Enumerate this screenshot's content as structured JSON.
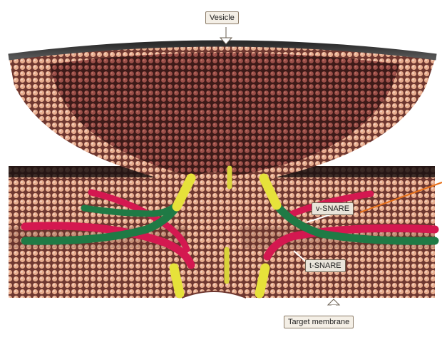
{
  "labels": {
    "vesicle": "Vesicle",
    "v_snare": "v-SNARE",
    "t_snare": "t-SNARE",
    "target_membrane": "Target membrane"
  },
  "colors": {
    "lipid_head": "#e7a98b",
    "lipid_shadow": "#7a3b33",
    "v_snare": "#1f7a45",
    "t_snare": "#d41850",
    "snare_end": "#e6e23a",
    "pointer": "#e8711a",
    "background": "#ffffff"
  }
}
